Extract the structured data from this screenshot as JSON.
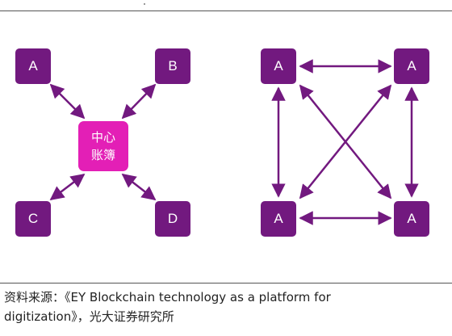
{
  "diagram": {
    "centralized": {
      "nodes": [
        "A",
        "B",
        "C",
        "D"
      ],
      "hub_line1": "中心",
      "hub_line2": "账簿"
    },
    "distributed": {
      "nodes": [
        "A",
        "A",
        "A",
        "A"
      ]
    },
    "colors": {
      "node": "#72197f",
      "hub": "#e31fb6",
      "arrow": "#72197f"
    }
  },
  "caption": {
    "line1": "资料来源：《EY Blockchain technology as a platform for",
    "line2": "digitization》，光大证券研究所"
  }
}
